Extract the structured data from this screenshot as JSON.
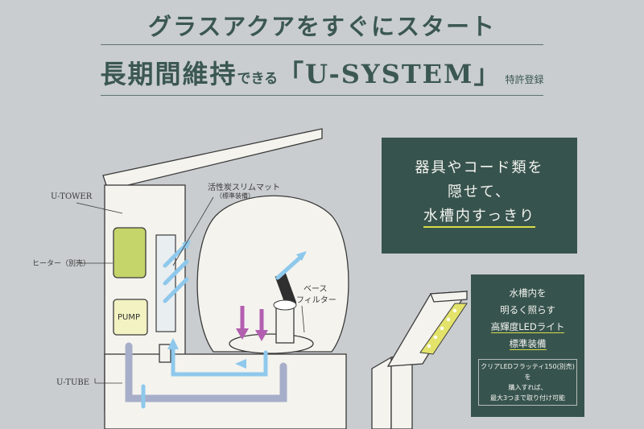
{
  "header": {
    "line1": "グラスアクアをすぐにスタート",
    "line2_big": "長期間維持",
    "line2_mid": "できる",
    "line2_system": "「U-SYSTEM」",
    "line2_note": "特許登録"
  },
  "panel_hide": {
    "line1": "器具やコード類を",
    "line2": "隠せて、",
    "line3": "水槽内すっきり"
  },
  "panel_led": {
    "line1": "水槽内を",
    "line2": "明るく照らす",
    "line3": "高輝度LEDライト",
    "line4": "標準装備",
    "note1": "クリアLEDフラッティ150(別売)を",
    "note2": "購入すれば、",
    "note3": "最大3つまで取り付け可能"
  },
  "labels": {
    "u_tower": "U-TOWER",
    "heater": "ヒーター（別売）",
    "pump": "PUMP",
    "u_tube": "U-TUBE",
    "mat": "活性炭スリムマット",
    "mat_sub": "（標準装備）",
    "base_filter_1": "ベース",
    "base_filter_2": "フィルター"
  },
  "colors": {
    "panel": "#37534d",
    "arrow_blue": "#8ec8ec",
    "arrow_purple": "#b35fb0",
    "heater_green": "#c5d56a",
    "pump_yellow": "#f2f2c2"
  }
}
